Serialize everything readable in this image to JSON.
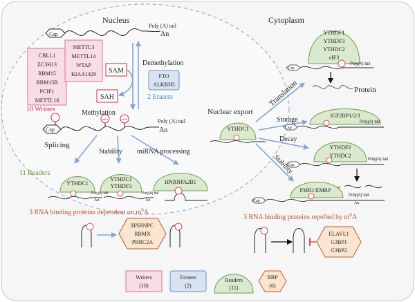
{
  "nucleus_label": "Nucleus",
  "cytoplasm_label": "Cytoplasm",
  "cap": "Cap",
  "poly_a_tail": "Poly (A) tail",
  "poly_a_tail_small": "Poly(A) tail",
  "an": "An",
  "m6a": "m6A",
  "writers": [
    "CBLL1",
    "ZC3H13",
    "RBM15",
    "RBM15B",
    "PCIF1",
    "METTL16"
  ],
  "writers_col2": [
    "METTL3",
    "METTL14",
    "WTAP",
    "KIAA1429"
  ],
  "writers_title": "10 Writers",
  "sam": "SAM",
  "sah": "SAH",
  "demethylation": "Demethylation",
  "methylation": "Methylation",
  "erasers": [
    "FTO",
    "ALKBH5"
  ],
  "erasers_title": "2 Erasers",
  "splicing": "Splicing",
  "stability": "Stability",
  "mirna_processing": "miRNA processing",
  "readers_title": "11 Readers",
  "reader_ythdc1": "YTHDC1",
  "reader_ythdc1_ythdf3": [
    "YTHDC1",
    "YTHDF3"
  ],
  "reader_hnrnpa2b1": "HNRNPA2B1",
  "rbp_dependent_title": "3 RNA binding proteins dependent on m",
  "rbp_dependent": [
    "HNRNPC",
    "RBMX",
    "PRRC2A"
  ],
  "nuclear_export": "Nuclear export",
  "export_reader": "YTHDC1",
  "translation": "Translation",
  "translation_readers": [
    "YTHDF1",
    "YTHDF3",
    "YTHDC2",
    "eIF3"
  ],
  "protein": "Protein",
  "storage": "Storage",
  "storage_reader": "IGF2BP1/2/3",
  "decay": "Decay",
  "decay_readers": [
    "YTHDF2",
    "YTHDC2"
  ],
  "stability_cyto": "Stability",
  "stability_reader": "FMR1/EMRP",
  "rbp_repelled_title": "3 RNA binding proteins repelled by m",
  "rbp_repelled": [
    "ELAVL1",
    "G3BP1",
    "G3BP2"
  ],
  "m6a_sup": "6",
  "m6a_a": "A",
  "legend": {
    "writers": [
      "Writers",
      "(10)"
    ],
    "erasers": [
      "Erasers",
      "(2)"
    ],
    "readers": [
      "Readers",
      "(11)"
    ],
    "rbp": [
      "RBP",
      "(6)"
    ]
  },
  "colors": {
    "writer_fill": "#f9dde6",
    "writer_stroke": "#e0708f",
    "eraser_fill": "#d9e4f2",
    "eraser_stroke": "#6c8fc5",
    "reader_fill": "#dbe9cf",
    "reader_stroke": "#6f9a4c",
    "rbp_fill": "#fbe5cf",
    "rbp_stroke": "#b85c2a",
    "red": "#d7282f",
    "arrow": "#7ea6d6",
    "green_text": "#6a9a2f",
    "brown_text": "#b5532a",
    "blue_text": "#4a86c5"
  }
}
